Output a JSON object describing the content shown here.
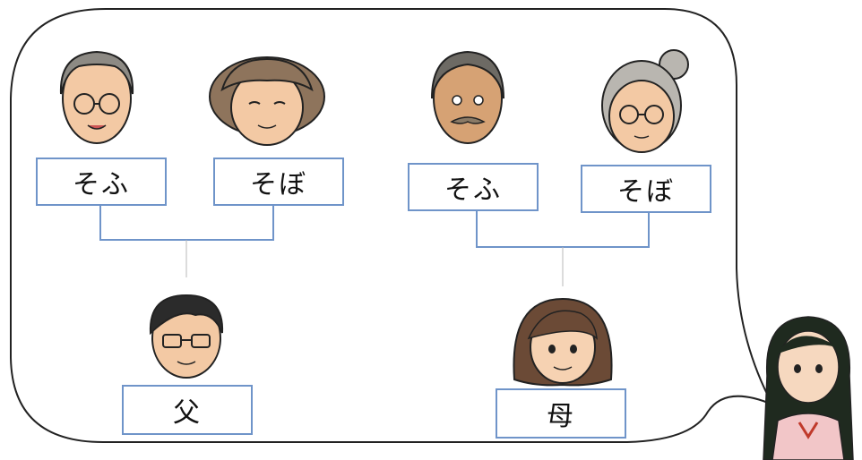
{
  "family_tree": {
    "paternal": {
      "grandfather": {
        "label": "そふ",
        "icon": "grandfather-glasses-icon"
      },
      "grandmother": {
        "label": "そぼ",
        "icon": "grandmother-curly-hair-icon"
      },
      "parent": {
        "label": "父",
        "icon": "father-glasses-icon"
      }
    },
    "maternal": {
      "grandfather": {
        "label": "そふ",
        "icon": "grandfather-mustache-icon"
      },
      "grandmother": {
        "label": "そぼ",
        "icon": "grandmother-bun-glasses-icon"
      },
      "parent": {
        "label": "母",
        "icon": "mother-bob-hair-icon"
      }
    },
    "speaker": {
      "icon": "girl-speaker-icon"
    }
  },
  "colors": {
    "box_border": "#6f94c9",
    "connector": "#6f94c9",
    "parent_connector": "#b9b9b9",
    "bubble_outline": "#222222"
  }
}
